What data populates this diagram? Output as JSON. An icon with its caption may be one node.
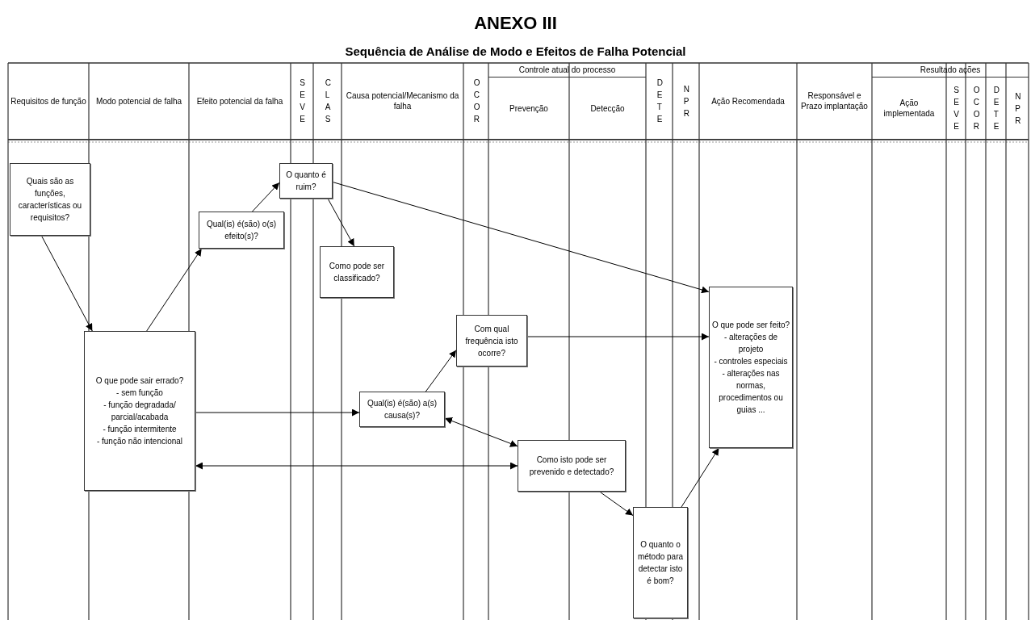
{
  "diagram": {
    "title": "ANEXO III",
    "nodes": [
      {
        "text": [
          "Quais são as funções, características ou requisitos?"
        ]
      },
      {
        "text": [
          "O que pode sair errado?",
          "- sem função",
          "- função degradada/ parcial/acabada",
          "- função intermitente",
          "- função não intencional"
        ]
      },
      {
        "text": [
          "Qual(is) é(são) o(s) efeito(s)?"
        ]
      },
      {
        "text": [
          "O quanto é ruim?"
        ]
      },
      {
        "text": [
          "Como pode ser classificado?"
        ]
      },
      {
        "text": [
          "Com qual frequência isto ocorre?"
        ]
      },
      {
        "text": [
          "Qual(is) é(são) a(s) causa(s)?"
        ]
      },
      {
        "text": [
          "Como isto pode ser prevenido e detectado?"
        ]
      },
      {
        "text": [
          "O quanto o método para detectar isto é bom?"
        ]
      },
      {
        "text": [
          "O que pode ser feito?",
          "- alterações de projeto",
          "- controles especiais",
          "- alterações nas normas, procedimentos ou guias ..."
        ]
      }
    ],
    "edges": [
      {
        "from": 0,
        "to": 1,
        "arrow": "to"
      },
      {
        "from": 1,
        "to": 2,
        "arrow": "to"
      },
      {
        "from": 2,
        "to": 3,
        "arrow": "to"
      },
      {
        "from": 3,
        "to": 4,
        "arrow": "to"
      },
      {
        "from": 3,
        "to": 9,
        "arrow": "to"
      },
      {
        "from": 1,
        "to": 6,
        "arrow": "to"
      },
      {
        "from": 6,
        "to": 5,
        "arrow": "to"
      },
      {
        "from": 5,
        "to": 9,
        "arrow": "to"
      },
      {
        "from": 6,
        "to": 7,
        "arrow": "both"
      },
      {
        "from": 7,
        "to": 1,
        "arrow": "both"
      },
      {
        "from": 7,
        "to": 8,
        "arrow": "to"
      },
      {
        "from": 8,
        "to": 9,
        "arrow": "to"
      }
    ],
    "labels": [
      "Sequência de Análise de Modo e Efeitos de Falha Potencial",
      "Requisitos de função",
      "Modo potencial de falha",
      "Efeito potencial da falha",
      "S E V E",
      "C L A S",
      "Causa potencial/Mecanismo da falha",
      "O C O R",
      "Controle atual do processo",
      "D E T E",
      "N P R",
      "Ação Recomendada",
      "Responsável e Prazo implantação",
      "Resultado ações",
      "Prevenção",
      "Detecção",
      "Ação implementada",
      "S E V E",
      "O C O R",
      "D E T E",
      "N P R"
    ]
  }
}
